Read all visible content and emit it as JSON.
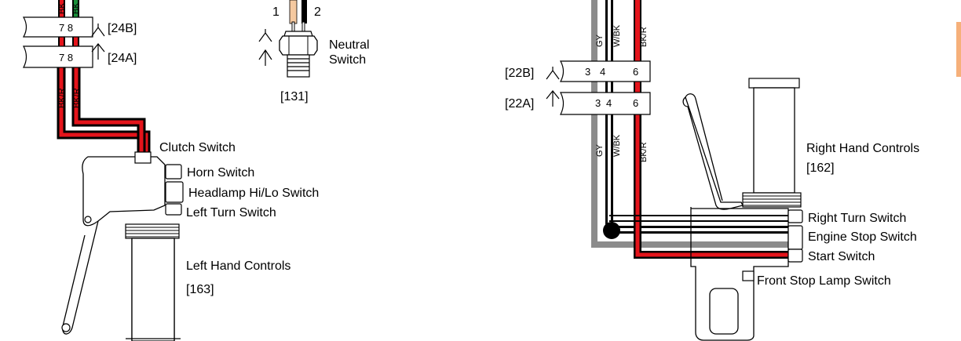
{
  "colors": {
    "red": "#e4141b",
    "black": "#000000",
    "gray": "#8c8c8c",
    "green": "#1a8f3a",
    "tan": "#f5c9a0",
    "accent": "#f6b07a"
  },
  "left_connectors": {
    "upper": {
      "pins": "7 8",
      "label": "[24B]"
    },
    "lower": {
      "pins": "7 8",
      "label": "[24A]"
    },
    "wire_top_1": "BK",
    "wire_top_2": "BK",
    "wire_label_1": "BK/R",
    "wire_label_2": "BK/R"
  },
  "neutral_switch": {
    "pin1": "1",
    "pin2": "2",
    "name_line1": "Neutral",
    "name_line2": "Switch",
    "ref": "[131]"
  },
  "left_controls": {
    "clutch": "Clutch Switch",
    "horn": "Horn Switch",
    "headlamp": "Headlamp Hi/Lo Switch",
    "left_turn": "Left Turn Switch",
    "name": "Left Hand Controls",
    "ref": "[163]"
  },
  "right_connectors": {
    "upper_label": "[22B]",
    "lower_label": "[22A]",
    "pin_a": "3",
    "pin_b": "4",
    "pin_c": "6",
    "wire_gy": "GY",
    "wire_wbk": "W/BK",
    "wire_bkr": "BK/R"
  },
  "right_controls": {
    "name": "Right Hand Controls",
    "ref": "[162]",
    "right_turn": "Right Turn Switch",
    "engine_stop": "Engine Stop Switch",
    "start": "Start Switch",
    "front_stop": "Front Stop Lamp Switch"
  }
}
